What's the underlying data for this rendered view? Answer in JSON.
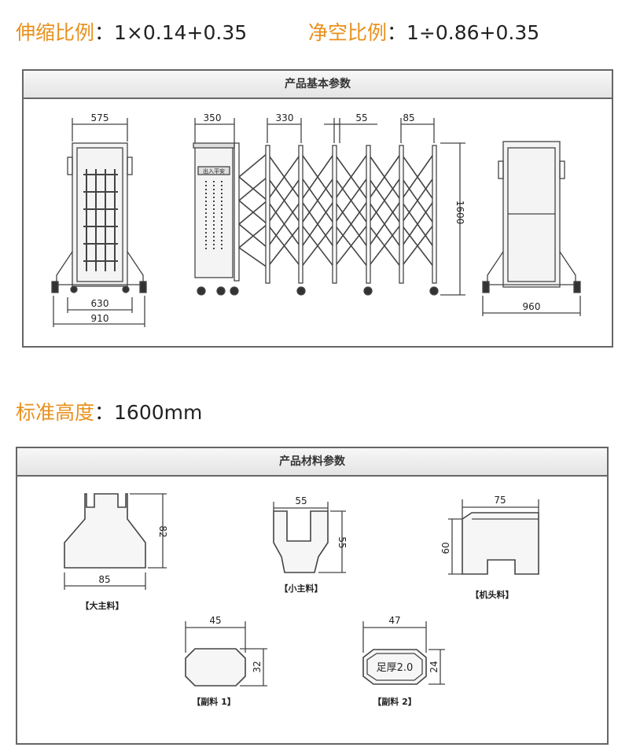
{
  "header": {
    "stretch_ratio_label": "伸缩比例",
    "stretch_ratio_value": "：1×0.14+0.35",
    "clear_ratio_label": "净空比例",
    "clear_ratio_value": "：1÷0.86+0.35"
  },
  "basic_params": {
    "title": "产品基本参数",
    "front_view": {
      "top_width": "575",
      "inner_width": "630",
      "base_width": "910"
    },
    "side_view": {
      "cabinet_width": "350",
      "post_spacing": "330",
      "post_gap": "55",
      "end_spacing": "85",
      "height": "1600",
      "plate_text": "出入平安"
    },
    "rear_view": {
      "width": "960"
    }
  },
  "standard_height": {
    "label": "标准高度",
    "value": "：1600mm"
  },
  "material_params": {
    "title": "产品材料参数",
    "items": [
      {
        "name": "【大主料】",
        "width": "85",
        "height": "82"
      },
      {
        "name": "【小主料】",
        "width": "55",
        "height": "55"
      },
      {
        "name": "【机头料】",
        "width": "75",
        "height": "60"
      },
      {
        "name": "【副料 1】",
        "width": "45",
        "height": "32"
      },
      {
        "name": "【副料 2】",
        "width": "47",
        "height": "24",
        "note": "足厚2.0"
      }
    ]
  },
  "colors": {
    "accent": "#e8901c",
    "line": "#444444"
  }
}
